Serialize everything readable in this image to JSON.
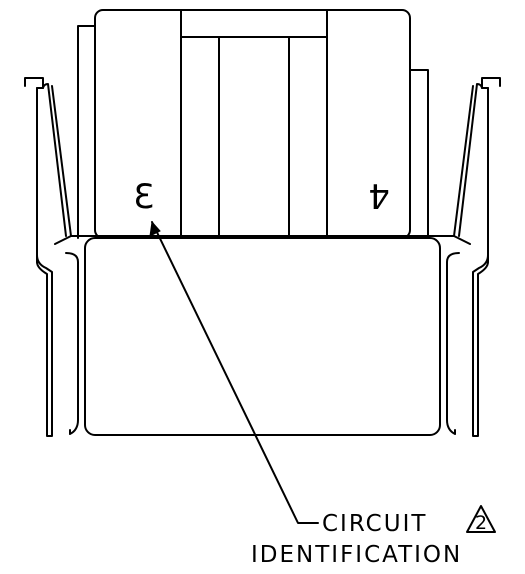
{
  "circuit_numbers": {
    "left": "3",
    "right": "4"
  },
  "callout": {
    "line1": "CIRCUIT",
    "line2": "IDENTIFICATION",
    "flag_number": "2"
  },
  "colors": {
    "line": "#000000",
    "background": "#ffffff"
  }
}
